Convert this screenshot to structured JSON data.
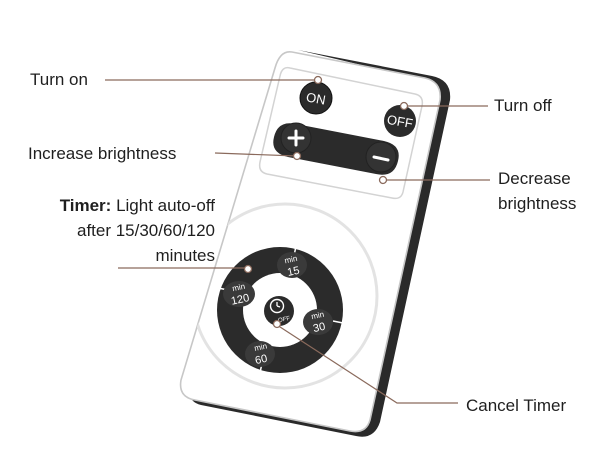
{
  "callouts": {
    "turn_on": "Turn  on",
    "turn_off": "Turn off",
    "increase_brightness": "Increase brightness",
    "decrease_brightness_line1": "Decrease",
    "decrease_brightness_line2": "brightness",
    "timer_label": "Timer:",
    "timer_line1_rest": " Light auto-off",
    "timer_line2": "after 15/30/60/120",
    "timer_line3": "minutes",
    "cancel_timer": "Cancel Timer"
  },
  "remote": {
    "on_label": "ON",
    "off_label": "OFF",
    "plus_symbol": "+",
    "minus_symbol": "−",
    "timer_options": [
      {
        "unit": "min",
        "value": "15"
      },
      {
        "unit": "min",
        "value": "30"
      },
      {
        "unit": "min",
        "value": "60"
      },
      {
        "unit": "min",
        "value": "120"
      }
    ],
    "cancel_icon_label": "OFF"
  },
  "colors": {
    "leader_line": "#8a6a5c",
    "button_fill": "#2b2b2b",
    "remote_body": "#ffffff",
    "remote_side": "#2a2a2a"
  }
}
